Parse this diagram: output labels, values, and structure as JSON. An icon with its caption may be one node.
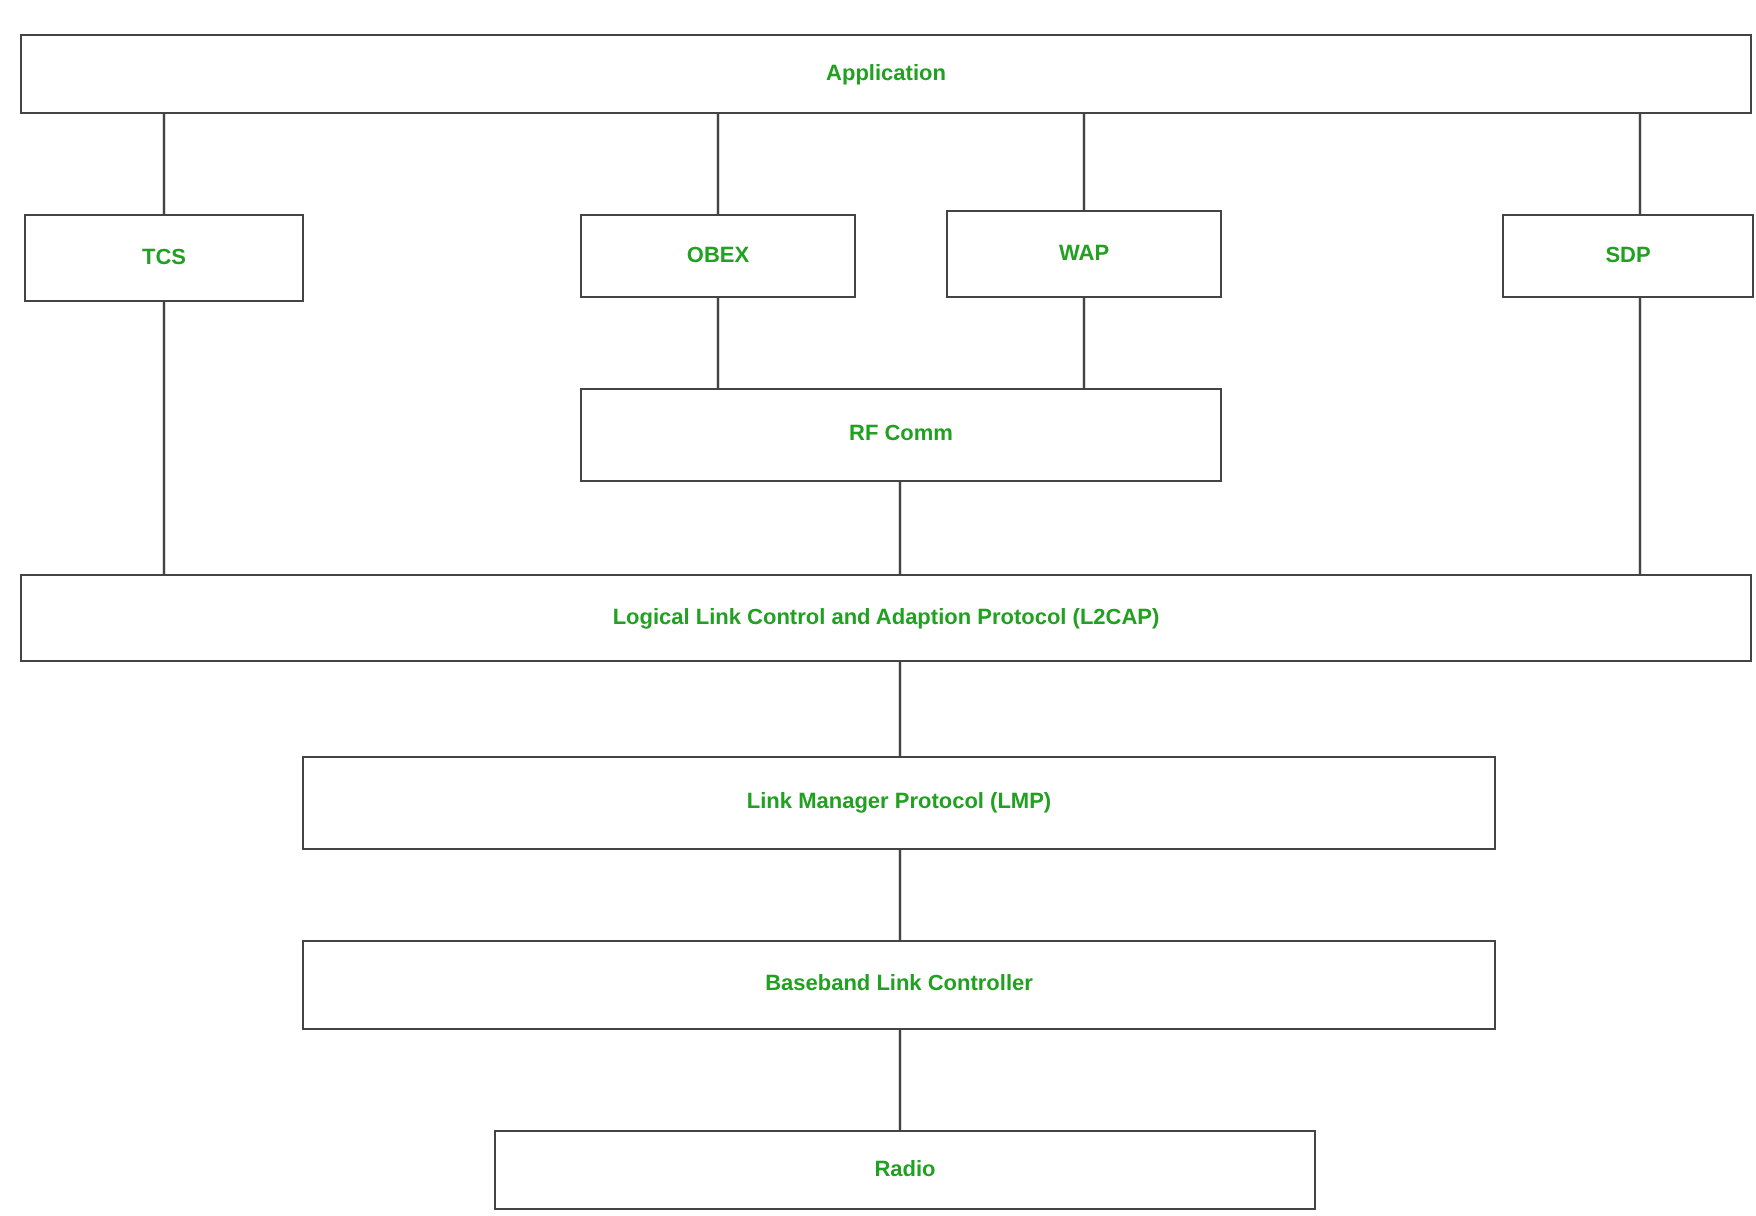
{
  "diagram": {
    "nodes": [
      {
        "text": [
          "Application"
        ]
      },
      {
        "text": [
          "TCS"
        ]
      },
      {
        "text": [
          "OBEX"
        ]
      },
      {
        "text": [
          "WAP"
        ]
      },
      {
        "text": [
          "SDP"
        ]
      },
      {
        "text": [
          "RF Comm"
        ]
      },
      {
        "text": [
          "Logical Link Control and Adaption Protocol (L2CAP)"
        ]
      },
      {
        "text": [
          "Link Manager Protocol (LMP)"
        ]
      },
      {
        "text": [
          "Baseband Link Controller"
        ]
      },
      {
        "text": [
          "Radio"
        ]
      }
    ],
    "edges": [
      {
        "from": 0,
        "to": 1,
        "arrow": "none"
      },
      {
        "from": 0,
        "to": 2,
        "arrow": "none"
      },
      {
        "from": 0,
        "to": 3,
        "arrow": "none"
      },
      {
        "from": 0,
        "to": 4,
        "arrow": "none"
      },
      {
        "from": 1,
        "to": 6,
        "arrow": "none"
      },
      {
        "from": 2,
        "to": 5,
        "arrow": "none"
      },
      {
        "from": 3,
        "to": 5,
        "arrow": "none"
      },
      {
        "from": 4,
        "to": 6,
        "arrow": "none"
      },
      {
        "from": 5,
        "to": 6,
        "arrow": "none"
      },
      {
        "from": 6,
        "to": 7,
        "arrow": "none"
      },
      {
        "from": 7,
        "to": 8,
        "arrow": "none"
      },
      {
        "from": 8,
        "to": 9,
        "arrow": "none"
      }
    ]
  }
}
